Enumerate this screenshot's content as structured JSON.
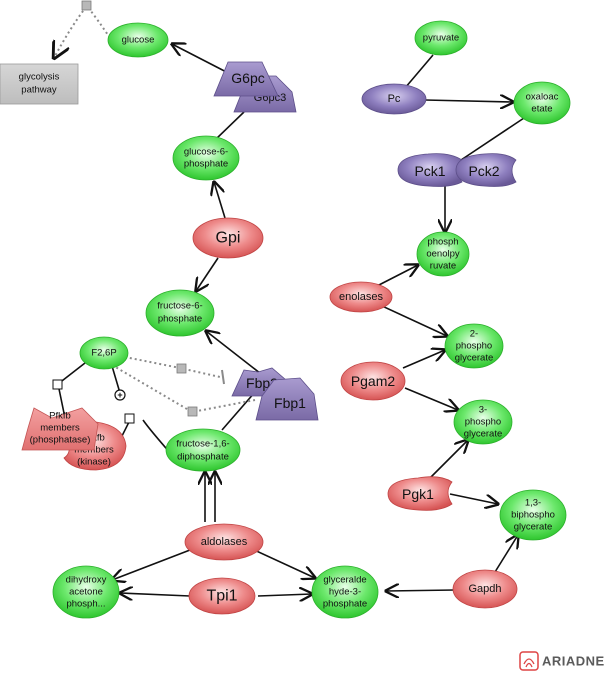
{
  "nodes": {
    "glucose": "glucose",
    "glycolysis_pathway": [
      "glycolysis",
      "pathway"
    ],
    "g6pc3": "G6pc3",
    "g6pc": "G6pc",
    "glucose_6_phosphate": [
      "glucose-6-",
      "phosphate"
    ],
    "gpi": "Gpi",
    "fructose_6_phosphate": [
      "fructose-6-",
      "phosphate"
    ],
    "f26p": "F2,6P",
    "pfkfb_phosphatase": [
      "Pfkfb",
      "members",
      "(phosphatase)"
    ],
    "pfkfb_kinase": [
      "Pfkfb",
      "members",
      "(kinase)"
    ],
    "fbp2": "Fbp2",
    "fbp1": "Fbp1",
    "fructose_16_diphosphate": [
      "fructose-1,6-",
      "diphosphate"
    ],
    "aldolases": "aldolases",
    "dihydroxyacetone_phosphate": [
      "dihydroxy",
      "acetone",
      "phosph..."
    ],
    "tpi1": "Tpi1",
    "glyceraldehyde_3_phosphate": [
      "glyceralde",
      "hyde-3-",
      "phosphate"
    ],
    "gapdh": "Gapdh",
    "biphosphoglycerate_13": [
      "1,3-",
      "biphospho",
      "glycerate"
    ],
    "pgk1": "Pgk1",
    "phosphoglycerate_3": [
      "3-",
      "phospho",
      "glycerate"
    ],
    "pgam2": "Pgam2",
    "phosphoglycerate_2": [
      "2-",
      "phospho",
      "glycerate"
    ],
    "enolases": "enolases",
    "phosphoenolpyruvate": [
      "phosph",
      "oenolpy",
      "ruvate"
    ],
    "pck1": "Pck1",
    "pck2": "Pck2",
    "oxaloacetate": [
      "oxaloac",
      "etate"
    ],
    "pc": "Pc",
    "pyruvate": "pyruvate"
  },
  "modifier_symbol": "+",
  "logo": {
    "text": "ARIADNE"
  },
  "colors": {
    "metabolite_green": "#4dde4d",
    "enzyme_red": "#e26a6a",
    "enzyme_purple": "#8b7db0",
    "pathway_gray": "#c8c8c8"
  }
}
